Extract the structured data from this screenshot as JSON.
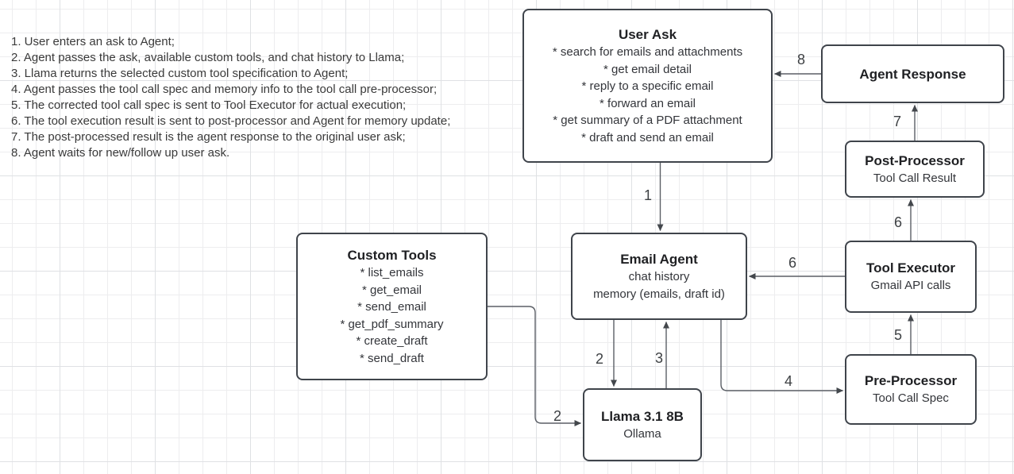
{
  "notes": [
    "1. User enters an ask to Agent;",
    "2. Agent passes the ask, available custom tools, and chat history to Llama;",
    "3. Llama returns the selected custom tool specification to Agent;",
    "4. Agent passes the tool call spec and memory info to the tool call pre-processor;",
    "5. The corrected tool call spec is sent to Tool Executor for actual execution;",
    "6. The tool execution result is sent to post-processor and Agent for memory update;",
    "7. The post-processed result is the agent response to the original user ask;",
    "8. Agent waits for new/follow up user ask."
  ],
  "nodes": {
    "user_ask": {
      "title": "User Ask",
      "items": [
        "* search for emails and attachments",
        "* get email detail",
        "* reply to a specific email",
        "* forward an email",
        "* get summary of a PDF attachment",
        "* draft and send an email"
      ]
    },
    "agent_response": {
      "title": "Agent Response"
    },
    "post_processor": {
      "title": "Post-Processor",
      "subtitle": "Tool Call Result"
    },
    "tool_executor": {
      "title": "Tool Executor",
      "subtitle": "Gmail API calls"
    },
    "pre_processor": {
      "title": "Pre-Processor",
      "subtitle": "Tool Call Spec"
    },
    "email_agent": {
      "title": "Email Agent",
      "line1": "chat history",
      "line2": "memory (emails, draft id)"
    },
    "custom_tools": {
      "title": "Custom Tools",
      "items": [
        "* list_emails",
        "* get_email",
        "* send_email",
        "* get_pdf_summary",
        "* create_draft",
        "* send_draft"
      ]
    },
    "llama": {
      "title": "Llama 3.1 8B",
      "subtitle": "Ollama"
    }
  },
  "edge_labels": {
    "step1": "1",
    "step2_agent_to_llama": "2",
    "step2_tools_to_llama": "2",
    "step3": "3",
    "step4": "4",
    "step5": "5",
    "step6_to_postprocessor": "6",
    "step6_to_agent": "6",
    "step7": "7",
    "step8": "8"
  },
  "colors": {
    "shape_border": "#3f444b",
    "connector": "#5b5f66",
    "arrowhead": "#43474c",
    "grid_minor": "#ededef",
    "grid_major": "#dfe1e4",
    "text": "#33353a"
  }
}
